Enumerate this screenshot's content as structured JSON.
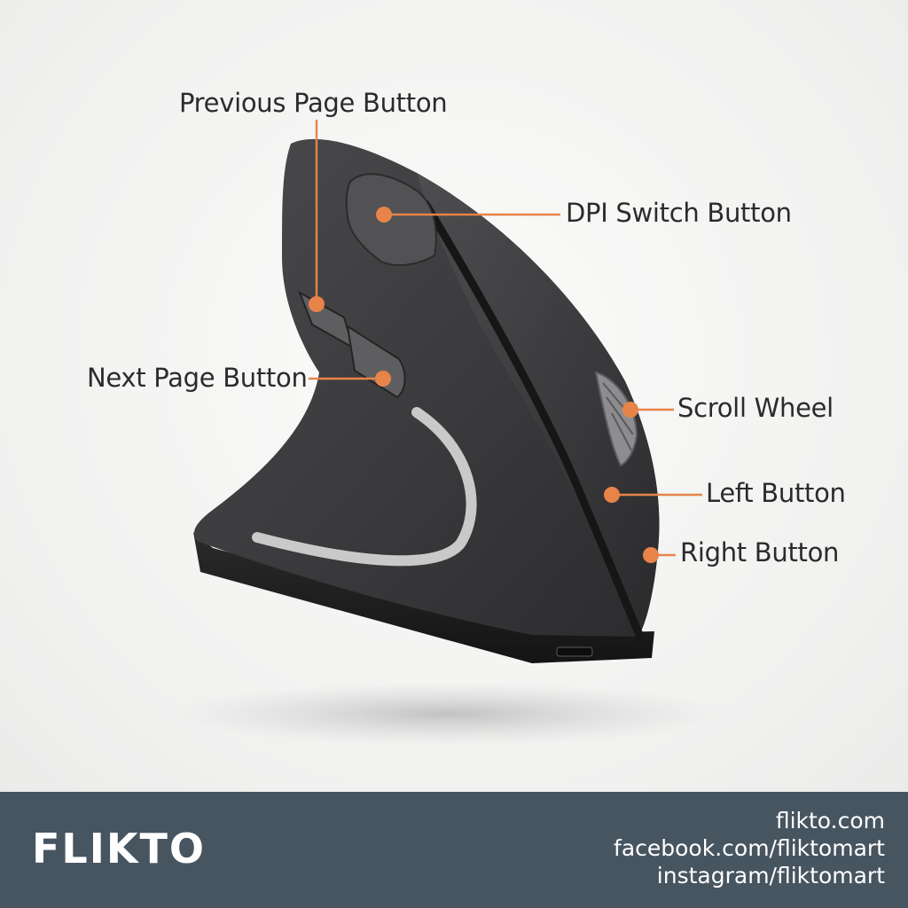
{
  "callouts": {
    "previous_page": "Previous Page Button",
    "dpi_switch": "DPI Switch Button",
    "next_page": "Next Page Button",
    "scroll_wheel": "Scroll Wheel",
    "left_button": "Left Button",
    "right_button": "Right Button"
  },
  "footer": {
    "brand": "FLIKTO",
    "links": [
      "flikto.com",
      "facebook.com/fliktomart",
      "instagram/fliktomart"
    ]
  },
  "colors": {
    "accent": "#e8834a",
    "footer_bg": "#475561",
    "mouse_body": "#3a3a3b",
    "led_strip": "#c9c9c9"
  }
}
